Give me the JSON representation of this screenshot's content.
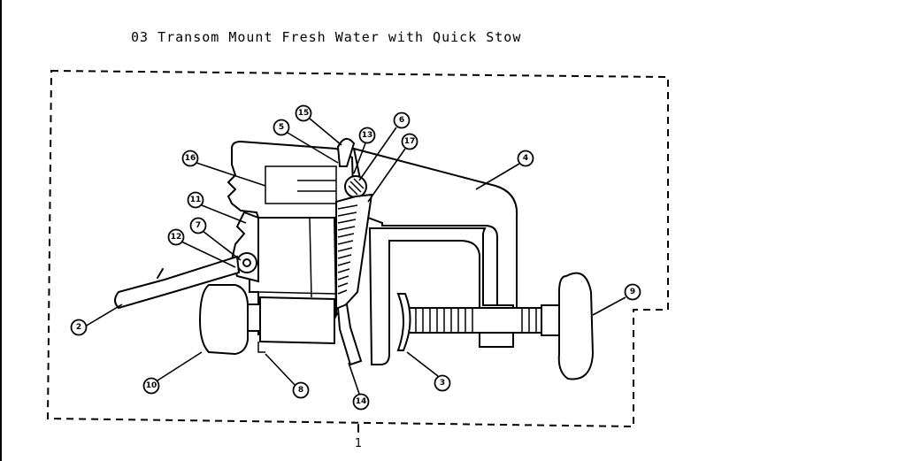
{
  "diagram": {
    "title": "03 Transom Mount Fresh Water with Quick Stow",
    "assembly_number": "1",
    "callouts": [
      "15",
      "5",
      "13",
      "6",
      "17",
      "4",
      "16",
      "11",
      "7",
      "12",
      "2",
      "10",
      "8",
      "14",
      "3",
      "9"
    ]
  }
}
